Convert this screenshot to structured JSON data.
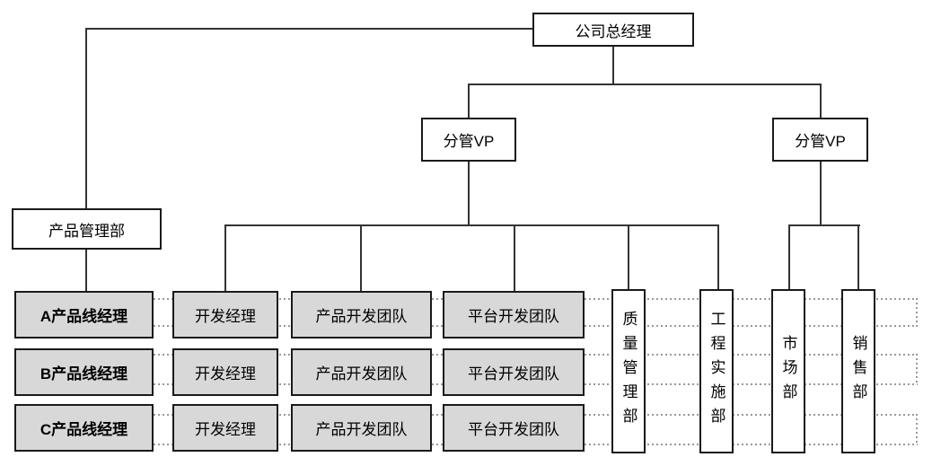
{
  "nodes": {
    "root": "公司总经理",
    "vp_left": "分管VP",
    "vp_right": "分管VP",
    "product_mgmt": "产品管理部"
  },
  "matrix": {
    "rows": [
      {
        "manager": "A产品线经理",
        "cells": [
          "开发经理",
          "产品开发团队",
          "平台开发团队"
        ]
      },
      {
        "manager": "B产品线经理",
        "cells": [
          "开发经理",
          "产品开发团队",
          "平台开发团队"
        ]
      },
      {
        "manager": "C产品线经理",
        "cells": [
          "开发经理",
          "产品开发团队",
          "平台开发团队"
        ]
      }
    ]
  },
  "vertical_depts": [
    "质量管理部",
    "工程实施部",
    "市场部",
    "销售部"
  ],
  "colors": {
    "background": "#ffffff",
    "solid_line": "#333333",
    "dotted_line": "#999999",
    "box_border": "#1a1a1a",
    "box_fill_gray": "#d8d8d8",
    "box_fill_white": "#ffffff",
    "text": "#000000"
  }
}
